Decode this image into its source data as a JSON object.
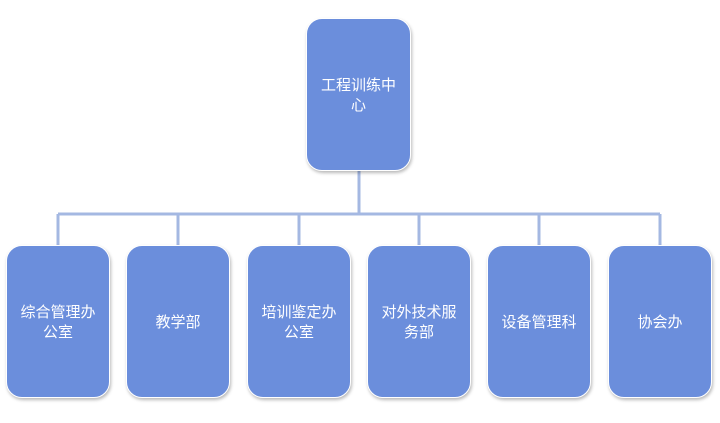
{
  "diagram": {
    "root": {
      "label": "工程训练中心"
    },
    "children": [
      {
        "id": "general",
        "label": "综合管理办公室"
      },
      {
        "id": "teaching",
        "label": "教学部"
      },
      {
        "id": "training",
        "label": "培训鉴定办公室"
      },
      {
        "id": "tech-service",
        "label": "对外技术服务部"
      },
      {
        "id": "equipment",
        "label": "设备管理科"
      },
      {
        "id": "association",
        "label": "协会办"
      }
    ],
    "colors": {
      "box_fill": "#6b8edc",
      "connector": "#a4b8e2",
      "text": "#ffffff"
    }
  }
}
